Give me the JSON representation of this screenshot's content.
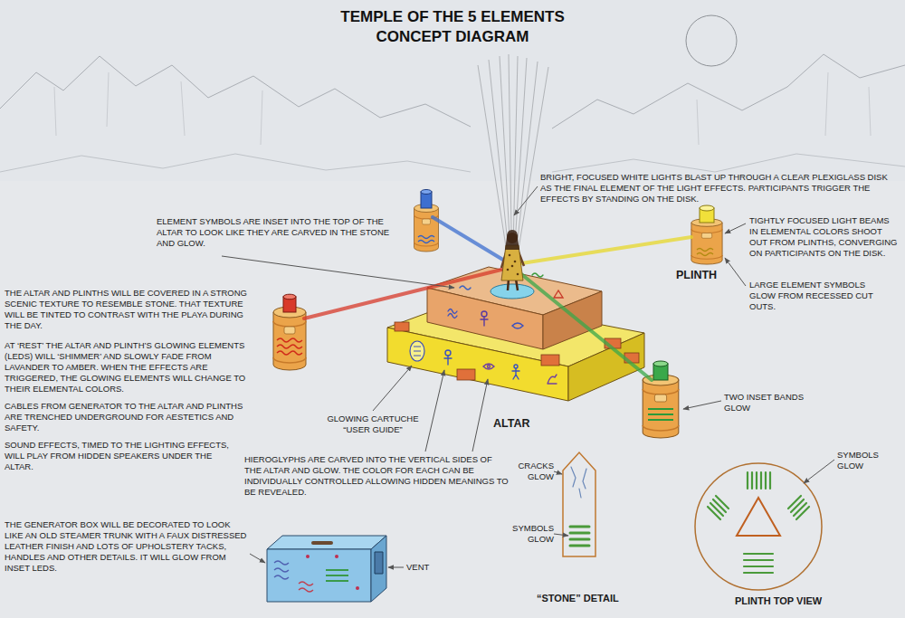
{
  "diagram": {
    "title": "TEMPLE OF THE 5 ELEMENTS CONCEPT DIAGRAM",
    "labels": [
      "BRIGHT, FOCUSED WHITE LIGHTS BLAST UP THROUGH A CLEAR PLEXIGLASS DISK AS THE FINAL ELEMENT OF THE LIGHT EFFECTS. PARTICIPANTS TRIGGER THE EFFECTS BY STANDING ON THE DISK.",
      "ELEMENT SYMBOLS ARE INSET INTO THE TOP OF THE ALTAR TO LOOK LIKE THEY ARE CARVED IN THE STONE AND GLOW.",
      "TIGHTLY FOCUSED LIGHT BEAMS IN ELEMENTAL COLORS SHOOT OUT FROM PLINTHS, CONVERGING ON PARTICIPANTS ON THE DISK.",
      "PLINTH",
      "LARGE ELEMENT SYMBOLS GLOW FROM RECESSED CUT OUTS.",
      "THE ALTAR AND PLINTHS WILL BE COVERED IN A STRONG SCENIC TEXTURE TO RESEMBLE STONE. THAT TEXTURE WILL BE TINTED TO CONTRAST WITH THE PLAYA DURING THE DAY.",
      "AT ‘REST’ THE ALTAR AND PLINTH’S GLOWING ELEMENTS (LEDS) WILL ‘SHIMMER’ AND SLOWLY FADE FROM LAVANDER TO AMBER. WHEN THE EFFECTS ARE TRIGGERED, THE GLOWING ELEMENTS WILL CHANGE TO THEIR ELEMENTAL COLORS.",
      "CABLES FROM GENERATOR TO THE ALTAR AND PLINTHS ARE TRENCHED UNDERGROUND FOR AESTETICS AND SAFETY.",
      "SOUND EFFECTS, TIMED TO THE LIGHTING EFFECTS, WILL PLAY FROM HIDDEN SPEAKERS UNDER THE ALTAR.",
      "TWO INSET BANDS GLOW",
      "GLOWING CARTUCHE “USER GUIDE”",
      "ALTAR",
      "HIEROGLYPHS ARE CARVED INTO THE VERTICAL SIDES OF THE ALTAR AND GLOW. THE COLOR FOR EACH CAN BE INDIVIDUALLY CONTROLLED ALLOWING HIDDEN MEANINGS TO BE REVEALED.",
      "CRACKS GLOW",
      "SYMBOLS GLOW",
      "SYMBOLS GLOW",
      "THE GENERATOR BOX WILL BE DECORATED TO LOOK LIKE AN OLD STEAMER TRUNK WITH A FAUX DISTRESSED LEATHER FINISH AND LOTS OF UPHOLSTERY TACKS, HANDLES AND OTHER DETAILS. IT WILL GLOW FROM INSET LEDS.",
      "VENT",
      "“STONE” DETAIL",
      "PLINTH TOP VIEW"
    ]
  }
}
